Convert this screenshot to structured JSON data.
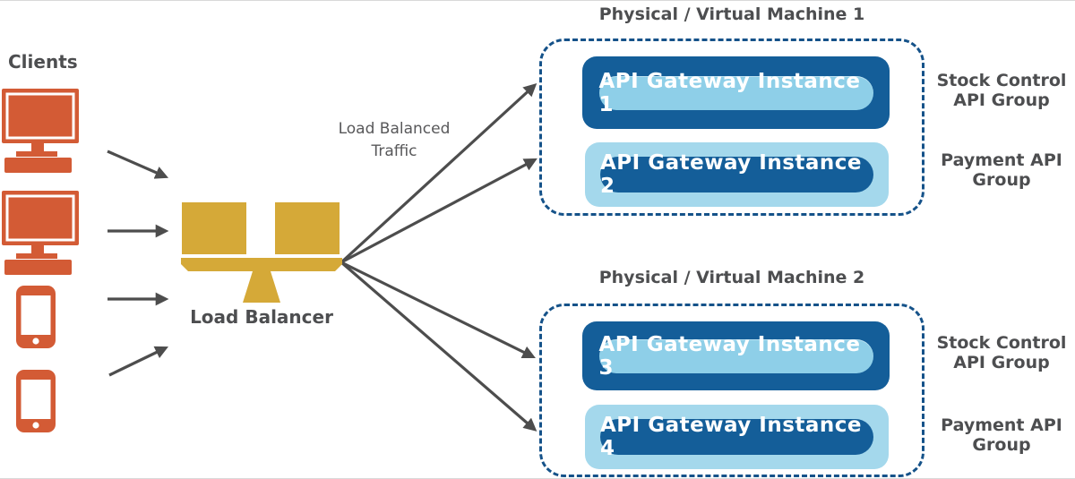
{
  "colors": {
    "orange": "#D35B35",
    "gold": "#D5A938",
    "blue_dark": "#145E99",
    "blue_light": "#8ECFE8",
    "blue_pale": "#A4D8EC",
    "dashed_border": "#155289",
    "arrow_gray": "#4D4D4D",
    "text_gray": "#4D4E50"
  },
  "clients": {
    "label": "Clients",
    "devices": [
      {
        "icon": "desktop-icon"
      },
      {
        "icon": "desktop-icon"
      },
      {
        "icon": "smartphone-icon"
      },
      {
        "icon": "smartphone-icon"
      }
    ]
  },
  "load_balancer": {
    "label": "Load Balancer",
    "icon": "balance-scale-icon"
  },
  "traffic_label": {
    "line1": "Load Balanced",
    "line2": "Traffic"
  },
  "machines": [
    {
      "title": "Physical / Virtual Machine 1",
      "instances": [
        {
          "label": "API Gateway Instance 1"
        },
        {
          "label": "API Gateway Instance 2"
        }
      ],
      "groups": [
        {
          "line1": "Stock Control",
          "line2": "API Group"
        },
        {
          "line1": "Payment API",
          "line2": "Group"
        }
      ]
    },
    {
      "title": "Physical / Virtual Machine 2",
      "instances": [
        {
          "label": "API Gateway Instance 3"
        },
        {
          "label": "API Gateway Instance 4"
        }
      ],
      "groups": [
        {
          "line1": "Stock Control",
          "line2": "API Group"
        },
        {
          "line1": "Payment API",
          "line2": "Group"
        }
      ]
    }
  ]
}
